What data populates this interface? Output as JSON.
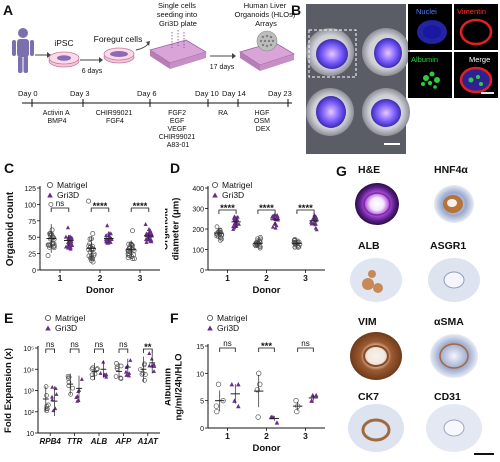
{
  "panel_labels": {
    "a": "A",
    "b": "B",
    "c": "C",
    "d": "D",
    "e": "E",
    "f": "F",
    "g": "G"
  },
  "protocol": {
    "ipsc": "iPSC",
    "foregut": "Foregut cells",
    "seeding": [
      "Single cells",
      "seeding into",
      "Gri3D plate"
    ],
    "hlo": [
      "Human Liver",
      "Organoids (HLOs)",
      "Arrays"
    ],
    "arrow1": "6 days",
    "arrow2": "17 days",
    "days": [
      "Day 0",
      "Day 3",
      "Day 6",
      "Day 10",
      "Day 14",
      "Day 23"
    ],
    "factors": [
      [
        "Activin A",
        "BMP4"
      ],
      [
        "CHIR99021",
        "FGF4"
      ],
      [
        "FGF2",
        "EGF",
        "VEGF",
        "CHIR99021",
        "A83-01"
      ],
      [
        "RA"
      ],
      [
        "HGF",
        "OSM",
        "DEX"
      ]
    ]
  },
  "microscopy": {
    "nuclei": "Nuclei",
    "vimentin": "Vimentin",
    "albumin": "Albumin",
    "merge": "Merge"
  },
  "colors": {
    "matrigel": "#555555",
    "gri3d": "#6a2c8a"
  },
  "chart_data": [
    {
      "type": "scatter",
      "panel": "C",
      "ylabel": "Organoid count",
      "xlabel": "Donor",
      "categories": [
        "1",
        "2",
        "3"
      ],
      "ylim": [
        0,
        125
      ],
      "yticks": [
        0,
        25,
        50,
        75,
        100,
        125
      ],
      "legend": [
        "Matrigel",
        "Gri3D"
      ],
      "significance": [
        "ns",
        "****",
        "****"
      ],
      "series": [
        {
          "name": "Matrigel",
          "mean": [
            48,
            33,
            31
          ],
          "sd": [
            22,
            18,
            14
          ],
          "max": [
            100,
            105,
            60
          ]
        },
        {
          "name": "Gri3D",
          "mean": [
            45,
            48,
            52
          ],
          "sd": [
            8,
            6,
            7
          ],
          "max": [
            65,
            68,
            70
          ]
        }
      ]
    },
    {
      "type": "scatter",
      "panel": "D",
      "ylabel": "Organoid diameter (μm)",
      "xlabel": "Donor",
      "categories": [
        "1",
        "2",
        "3"
      ],
      "ylim": [
        0,
        400
      ],
      "yticks": [
        0,
        100,
        200,
        300,
        400
      ],
      "legend": [
        "Matrigel",
        "Gri3D"
      ],
      "significance": [
        "****",
        "****",
        "****"
      ],
      "series": [
        {
          "name": "Matrigel",
          "mean": [
            180,
            130,
            130
          ],
          "sd": [
            25,
            20,
            18
          ]
        },
        {
          "name": "Gri3D",
          "mean": [
            235,
            245,
            240
          ],
          "sd": [
            30,
            25,
            28
          ]
        }
      ]
    },
    {
      "type": "scatter",
      "panel": "E",
      "ylabel": "Fold Expansion (x)",
      "xlabel": "",
      "scale": "log",
      "categories": [
        "RPB4",
        "TTR",
        "ALB",
        "AFP",
        "A1AT"
      ],
      "ylim": [
        10,
        100000
      ],
      "ytick_labels": [
        "10",
        "10²",
        "10³",
        "10⁴",
        "10⁵"
      ],
      "legend": [
        "Matrigel",
        "Gri3D"
      ],
      "significance": [
        "ns",
        "ns",
        "ns",
        "ns",
        "**"
      ],
      "series": [
        {
          "name": "Matrigel",
          "log_mean": [
            2.6,
            3.3,
            3.9,
            3.9,
            4.0
          ],
          "log_sd": [
            0.6,
            0.5,
            0.4,
            0.4,
            0.6
          ]
        },
        {
          "name": "Gri3D",
          "log_mean": [
            2.5,
            3.1,
            4.0,
            4.1,
            4.3
          ],
          "log_sd": [
            0.7,
            0.6,
            0.4,
            0.4,
            0.5
          ]
        }
      ]
    },
    {
      "type": "scatter",
      "panel": "F",
      "ylabel": "Albumin ng/ml/24h/HLO",
      "xlabel": "Donor",
      "categories": [
        "1",
        "2",
        "3"
      ],
      "ylim": [
        0,
        15
      ],
      "yticks": [
        0,
        5,
        10,
        15
      ],
      "legend": [
        "Matrigel",
        "Gri3D"
      ],
      "significance": [
        "ns",
        "***",
        "ns"
      ],
      "series": [
        {
          "name": "Matrigel",
          "values": [
            [
              3,
              4,
              5,
              8
            ],
            [
              2,
              7,
              8,
              10
            ],
            [
              3,
              4,
              5
            ]
          ]
        },
        {
          "name": "Gri3D",
          "values": [
            [
              4,
              5,
              8,
              8
            ],
            [
              1,
              2,
              2,
              2
            ],
            [
              5,
              5,
              6,
              6
            ]
          ]
        }
      ]
    }
  ],
  "histology": [
    "H&E",
    "HNF4α",
    "ALB",
    "ASGR1",
    "VIM",
    "αSMA",
    "CK7",
    "CD31"
  ]
}
